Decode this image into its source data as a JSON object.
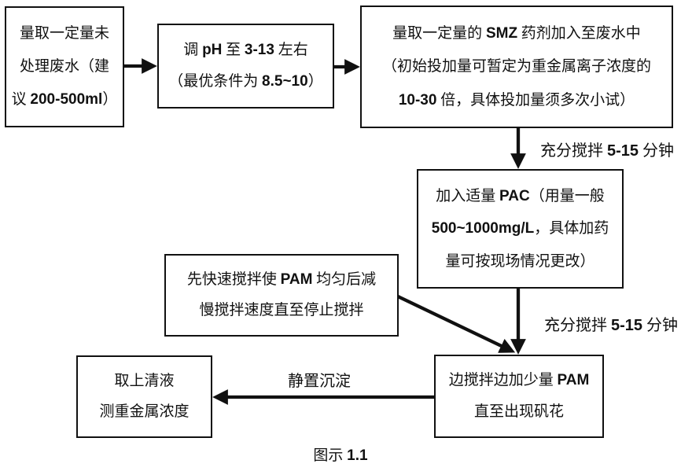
{
  "figure": {
    "caption": "图示 1.1"
  },
  "boxes": {
    "measure_wastewater": {
      "lines": [
        "量取一定量未",
        "处理废水（建",
        "议 200-500ml）"
      ]
    },
    "adjust_ph": {
      "lines": [
        "调 pH 至 3-13 左右",
        "（最优条件为 8.5~10）"
      ]
    },
    "add_smz": {
      "lines": [
        "量取一定量的 SMZ 药剂加入至废水中",
        "（初始投加量可暂定为重金属离子浓度的",
        "10-30 倍，具体投加量须多次小试）"
      ]
    },
    "add_pac": {
      "lines": [
        "加入适量 PAC（用量一般",
        "500~1000mg/L，具体加药",
        "量可按现场情况更改）"
      ]
    },
    "stir_pam": {
      "lines": [
        "先快速搅拌使 PAM 均匀后减",
        "慢搅拌速度直至停止搅拌"
      ]
    },
    "add_pam_floc": {
      "lines": [
        "边搅拌边加少量 PAM",
        "直至出现矾花"
      ]
    },
    "supernatant": {
      "lines": [
        "取上清液",
        "测重金属浓度"
      ]
    }
  },
  "edge_labels": {
    "stir_after_smz": "充分搅拌 5-15 分钟",
    "stir_after_pac": "充分搅拌 5-15 分钟",
    "settle": "静置沉淀"
  },
  "colors": {
    "ink": "#111111",
    "background": "#ffffff"
  }
}
